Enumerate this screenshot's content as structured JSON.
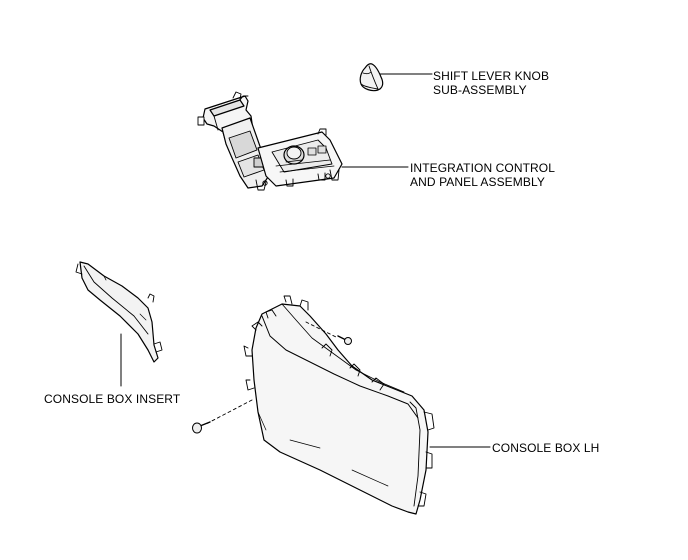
{
  "callouts": {
    "shift_lever_knob": {
      "line1": "SHIFT LEVER KNOB",
      "line2": "SUB-ASSEMBLY"
    },
    "integration_control": {
      "line1": "INTEGRATION CONTROL",
      "line2": "AND PANEL ASSEMBLY"
    },
    "console_box_insert": {
      "line1": "CONSOLE BOX INSERT"
    },
    "console_box_lh": {
      "line1": "CONSOLE BOX LH"
    }
  },
  "colors": {
    "line": "#000000",
    "part_fill": "#f4f4f4",
    "part_shade": "#d0d0d0",
    "background": "#ffffff"
  }
}
